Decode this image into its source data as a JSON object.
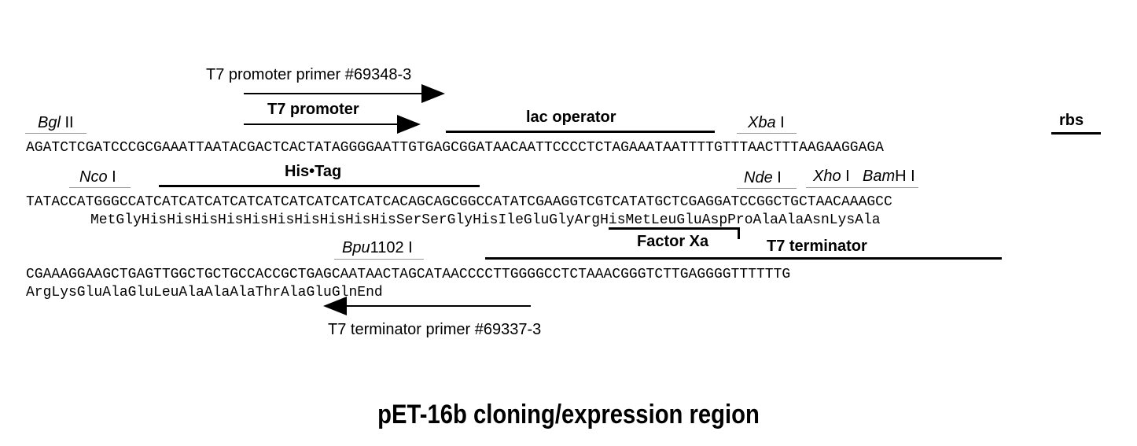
{
  "primers": {
    "forward": "T7 promoter primer #69348-3",
    "reverse": "T7 terminator primer #69337-3"
  },
  "features": {
    "t7_promoter": "T7 promoter",
    "lac_operator": "lac operator",
    "rbs": "rbs",
    "his_tag": "His•Tag",
    "factor_xa": "Factor Xa",
    "t7_terminator": "T7 terminator"
  },
  "sites": {
    "bgl": {
      "italic": "Bgl",
      "rest": " II"
    },
    "xba": {
      "italic": "Xba",
      "rest": " I"
    },
    "nco": {
      "italic": "Nco",
      "rest": " I"
    },
    "nde": {
      "italic": "Nde",
      "rest": " I"
    },
    "xho": {
      "italic": "Xho",
      "rest": " I"
    },
    "bam": {
      "italic": "Bam",
      "rest": "H I"
    },
    "bpu": {
      "italic": "Bpu",
      "rest": "1102 I"
    }
  },
  "sequence": {
    "line1": "AGATCTCGATCCCGCGAAATTAATACGACTCACTATAGGGGAATTGTGAGCGGATAACAATTCCCCTCTAGAAATAATTTTGTTTAACTTTAAGAAGGAGA",
    "line2": "TATACCATGGGCCATCATCATCATCATCATCATCATCATCATCACAGCAGCGGCCATATCGAAGGTCGTCATATGCTCGAGGATCCGGCTGCTAACAAAGCC",
    "protein2": "MetGlyHisHisHisHisHisHisHisHisHisHisSerSerGlyHisIleGluGlyArgHisMetLeuGluAspProAlaAlaAsnLysAla",
    "line3": "CGAAAGGAAGCTGAGTTGGCTGCTGCCACCGCTGAGCAATAACTAGCATAACCCCTTGGGGCCTCTAAACGGGTCTTGAGGGGTTTTTTG",
    "protein3": "ArgLysGluAlaGluLeuAlaAlaAlaThrAlaGluGlnEnd"
  },
  "title": "pET-16b cloning/expression region"
}
